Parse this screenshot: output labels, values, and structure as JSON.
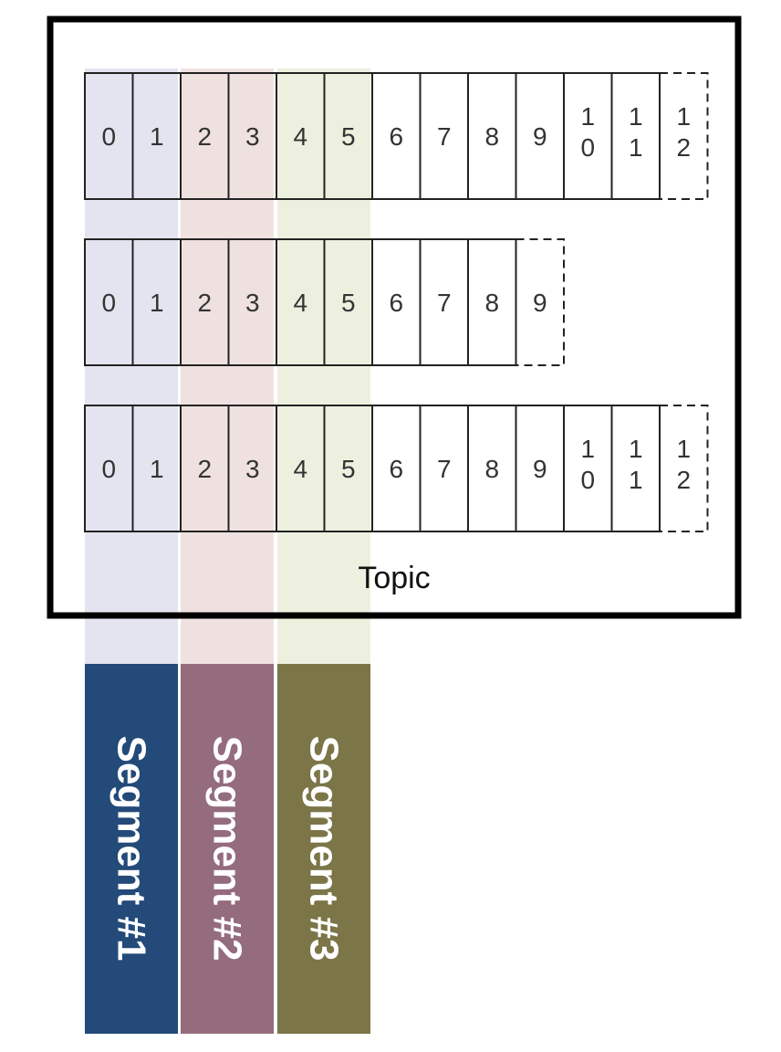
{
  "topic": {
    "label": "Topic"
  },
  "partitions": [
    {
      "offsets": [
        "0",
        "1",
        "2",
        "3",
        "4",
        "5",
        "6",
        "7",
        "8",
        "9",
        "10",
        "11"
      ],
      "next_offset": "12"
    },
    {
      "offsets": [
        "0",
        "1",
        "2",
        "3",
        "4",
        "5",
        "6",
        "7",
        "8"
      ],
      "next_offset": "9"
    },
    {
      "offsets": [
        "0",
        "1",
        "2",
        "3",
        "4",
        "5",
        "6",
        "7",
        "8",
        "9",
        "10",
        "11"
      ],
      "next_offset": "12"
    }
  ],
  "segments": [
    {
      "label": "Segment #1",
      "color": "#234a78",
      "tint": "#e4e4f0"
    },
    {
      "label": "Segment #2",
      "color": "#946c7e",
      "tint": "#f0e1e1"
    },
    {
      "label": "Segment #3",
      "color": "#7b7548",
      "tint": "#eef0df"
    }
  ]
}
